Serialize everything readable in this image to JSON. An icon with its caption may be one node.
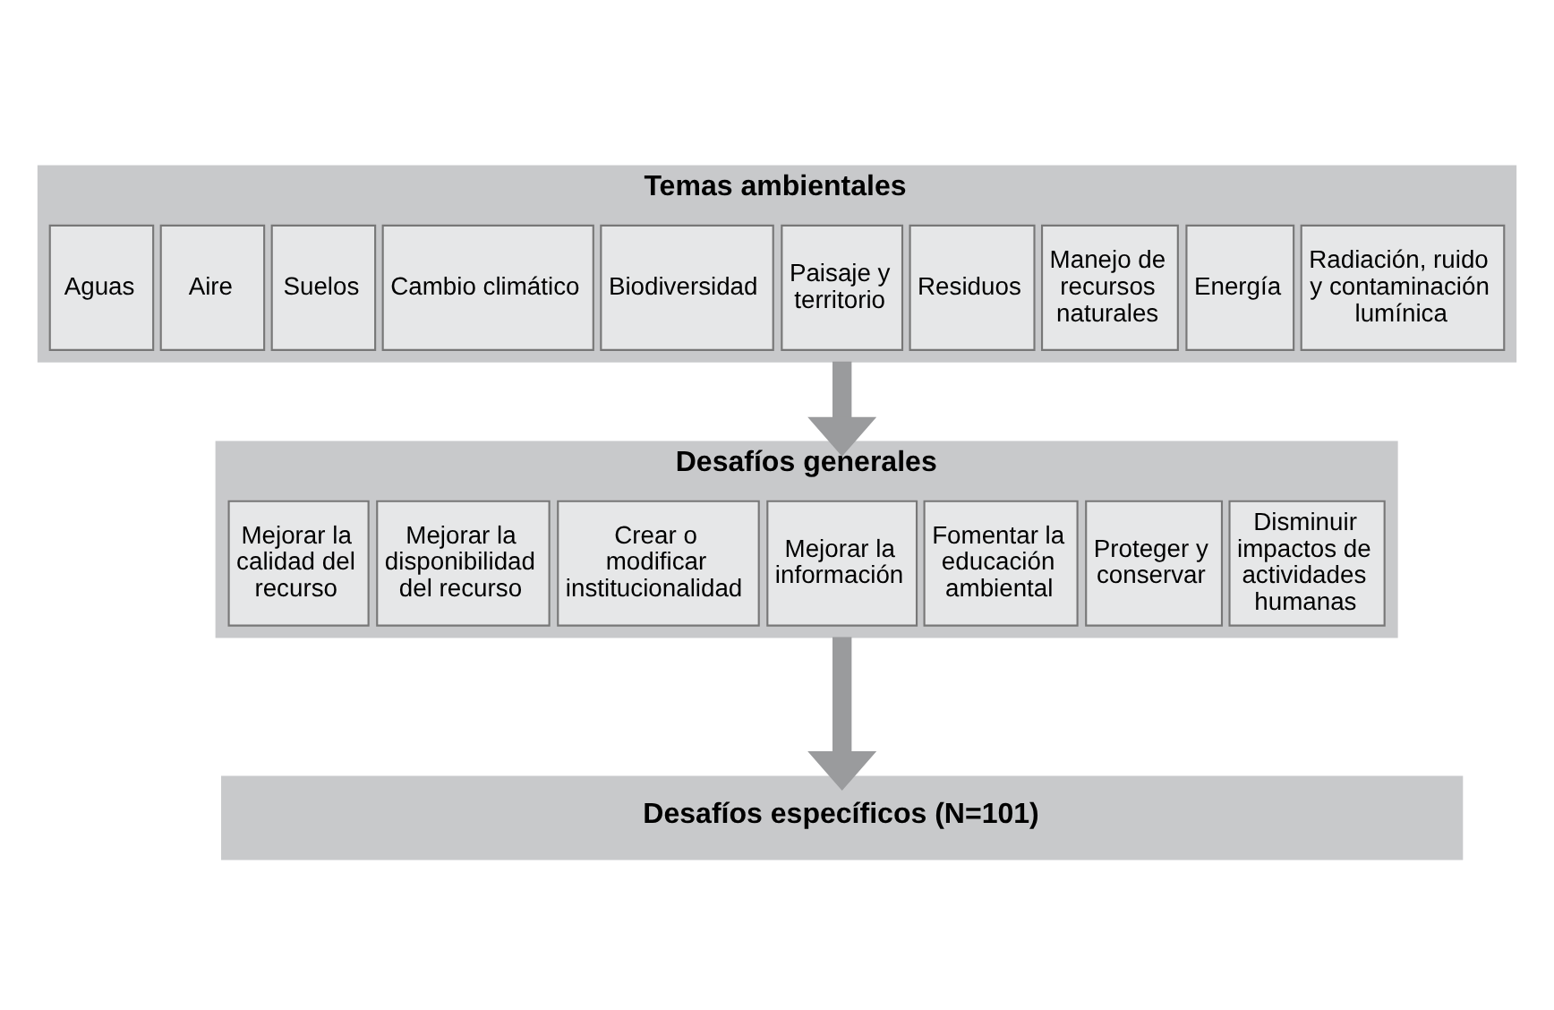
{
  "diagram": {
    "nodes": [
      {
        "text": [
          "Temas ambientales"
        ]
      },
      {
        "text": [
          "Aguas"
        ],
        "in": 0
      },
      {
        "text": [
          "Aire"
        ],
        "in": 0
      },
      {
        "text": [
          "Suelos"
        ],
        "in": 0
      },
      {
        "text": [
          "Cambio climático"
        ],
        "in": 0
      },
      {
        "text": [
          "Biodiversidad"
        ],
        "in": 0
      },
      {
        "text": [
          "Paisaje y territorio"
        ],
        "in": 0
      },
      {
        "text": [
          "Residuos"
        ],
        "in": 0
      },
      {
        "text": [
          "Manejo de recursos naturales"
        ],
        "in": 0
      },
      {
        "text": [
          "Energía"
        ],
        "in": 0
      },
      {
        "text": [
          "Radiación, ruido y contaminación lumínica"
        ],
        "in": 0
      },
      {
        "text": [
          "Desafíos generales"
        ]
      },
      {
        "text": [
          "Mejorar la calidad del recurso"
        ],
        "in": 11
      },
      {
        "text": [
          "Mejorar la disponibilidad del recurso"
        ],
        "in": 11
      },
      {
        "text": [
          "Crear o modificar institucionalidad"
        ],
        "in": 11
      },
      {
        "text": [
          "Mejorar la información"
        ],
        "in": 11
      },
      {
        "text": [
          "Fomentar la educación ambiental"
        ],
        "in": 11
      },
      {
        "text": [
          "Proteger y conservar"
        ],
        "in": 11
      },
      {
        "text": [
          "Disminuir impactos de actividades humanas"
        ],
        "in": 11
      },
      {
        "text": [
          "Desafíos específicos (N=101)"
        ]
      }
    ],
    "edges": [
      {
        "from": 0,
        "to": 11,
        "arrow": "to"
      },
      {
        "from": 11,
        "to": 19,
        "arrow": "to"
      }
    ]
  }
}
